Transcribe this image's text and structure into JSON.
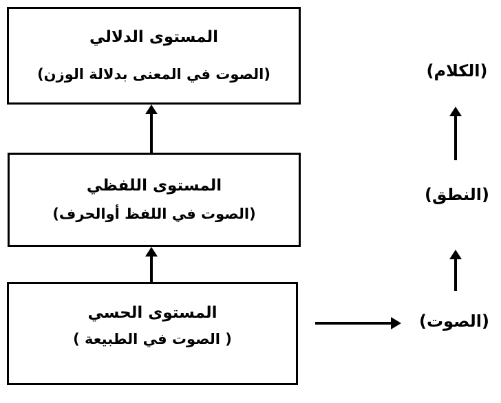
{
  "diagram": {
    "boxes": [
      {
        "id": "semantic-level",
        "title": "المستوى الدلالي",
        "subtitle": "(الصوت في المعنى بدلالة الوزن)"
      },
      {
        "id": "verbal-level",
        "title": "المستوى اللفظي",
        "subtitle": "(الصوت في اللفظ أوالحرف)"
      },
      {
        "id": "sensory-level",
        "title": "المستوى الحسي",
        "subtitle": "( الصوت في الطبيعة )"
      }
    ],
    "side_labels": [
      {
        "id": "speech",
        "text": "(الكلام)"
      },
      {
        "id": "pronunciation",
        "text": "(النطق)"
      },
      {
        "id": "sound",
        "text": "(الصوت)"
      }
    ],
    "colors": {
      "ink": "#000000",
      "background": "#ffffff"
    }
  }
}
